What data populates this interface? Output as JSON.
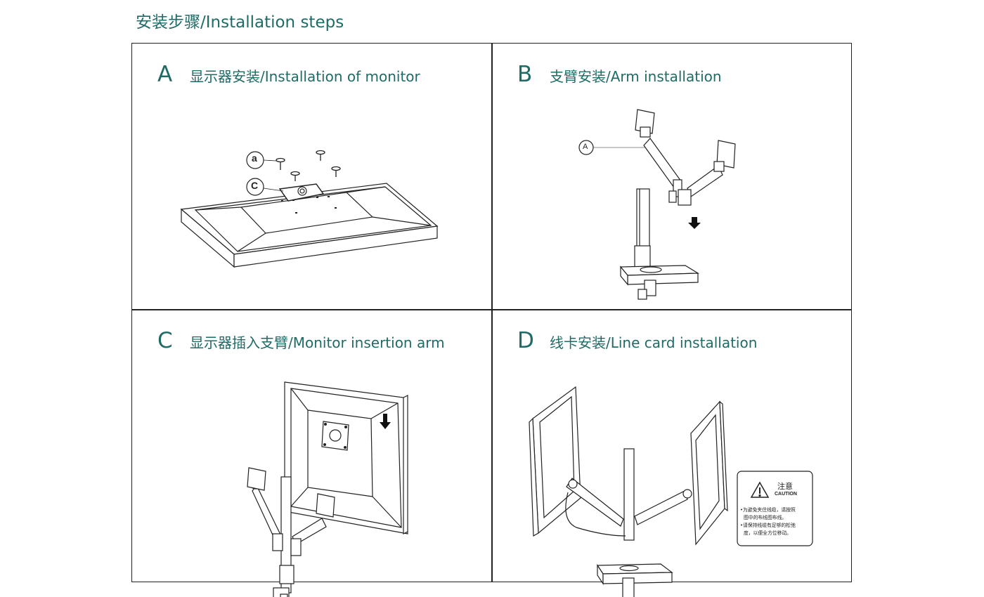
{
  "page": {
    "title": "安装步骤/Installation steps"
  },
  "steps": [
    {
      "letter": "A",
      "title": "显示器安装/Installation of monitor",
      "callouts": [
        "a",
        "C"
      ]
    },
    {
      "letter": "B",
      "title": "支臂安装/Arm installation",
      "callouts": [
        "A"
      ]
    },
    {
      "letter": "C",
      "title": "显示器插入支臂/Monitor insertion arm"
    },
    {
      "letter": "D",
      "title": "线卡安装/Line card installation"
    }
  ],
  "caution": {
    "title_cn": "注意",
    "title_en": "CAUTION",
    "lines": [
      "•为避免夹住线缆，请按照",
      "图中的布线图布线。",
      "•请保持线缆有足够的松弛",
      "度，以便全方位移动。"
    ]
  }
}
